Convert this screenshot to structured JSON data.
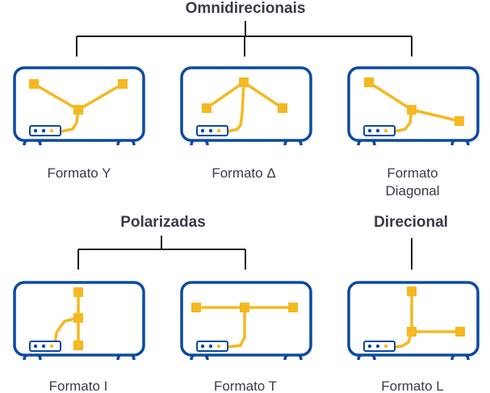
{
  "colors": {
    "frame": "#0b4aa2",
    "connector": "#f5b820",
    "bracket": "#1a1a1a",
    "text": "#3a3a4a"
  },
  "groups": {
    "omni": "Omnidirecionais",
    "polar": "Polarizadas",
    "direc": "Direcional"
  },
  "shapes": [
    {
      "id": "y",
      "lines": [
        "Formato Y"
      ]
    },
    {
      "id": "delta",
      "lines": [
        "Formato Δ"
      ]
    },
    {
      "id": "diag",
      "lines": [
        "Formato",
        "Diagonal"
      ]
    },
    {
      "id": "i",
      "lines": [
        "Formato I"
      ]
    },
    {
      "id": "t",
      "lines": [
        "Formato T"
      ]
    },
    {
      "id": "l",
      "lines": [
        "Formato L"
      ]
    }
  ]
}
